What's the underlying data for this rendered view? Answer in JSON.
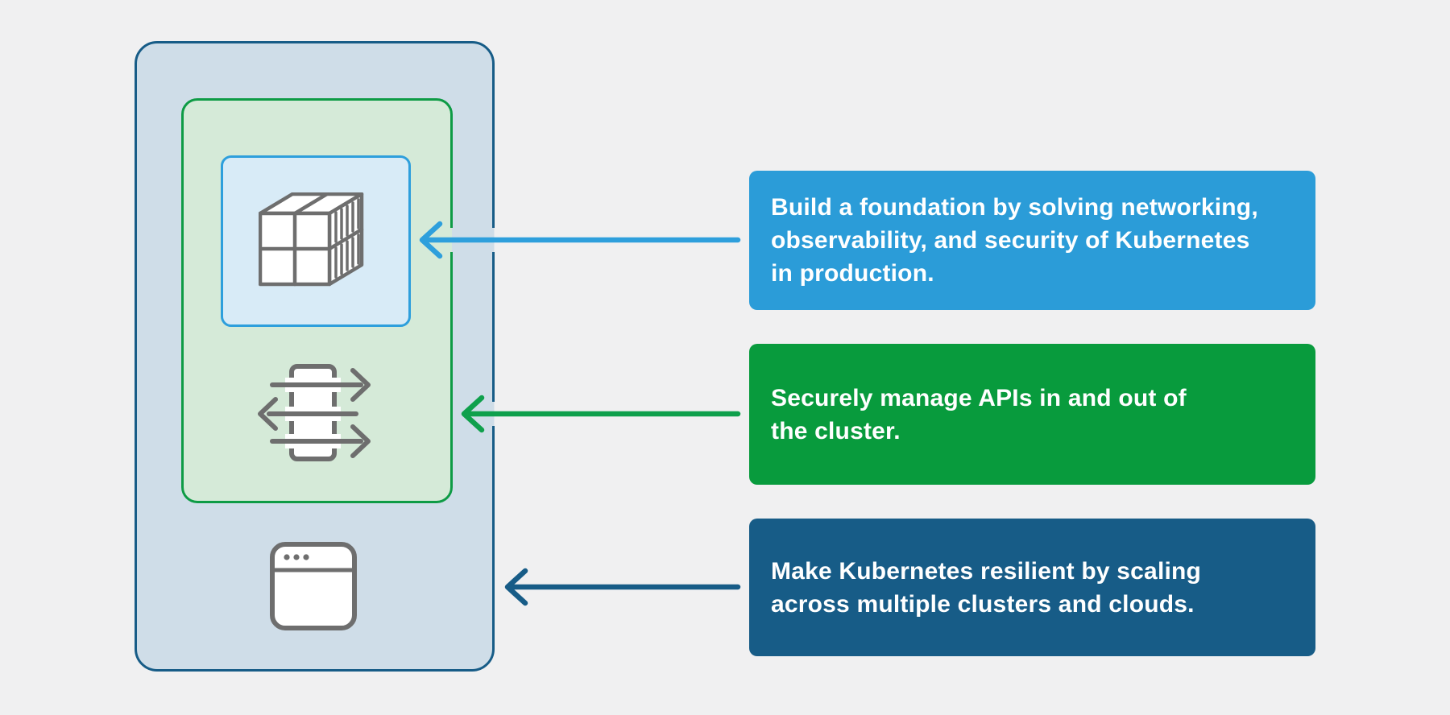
{
  "colors": {
    "background": "#F0F0F1",
    "cluster_fill": "#CFDDE8",
    "cluster_border": "#175C87",
    "mesh_fill": "#D5EAD8",
    "mesh_border": "#0E9B45",
    "workload_fill": "#D8EBF7",
    "workload_border": "#2E9FDC",
    "icon_stroke": "#6E6E6E",
    "icon_fill": "#FFFFFF",
    "text": "#FFFFFF"
  },
  "icons": {
    "container": "shipping-container-icon",
    "api_gateway": "api-in-out-arrows-icon",
    "browser": "browser-window-icon"
  },
  "callouts": [
    {
      "text": "Build a foundation by solving networking,\nobservability, and security of Kubernetes\nin production.",
      "color": "#2B9CD8",
      "arrow_color": "#2E9FDC"
    },
    {
      "text": "Securely manage APIs in and out of\nthe cluster.",
      "color": "#089B3D",
      "arrow_color": "#0FA04C"
    },
    {
      "text": "Make Kubernetes resilient by scaling\nacross multiple clusters and clouds.",
      "color": "#175C87",
      "arrow_color": "#175C87"
    }
  ]
}
